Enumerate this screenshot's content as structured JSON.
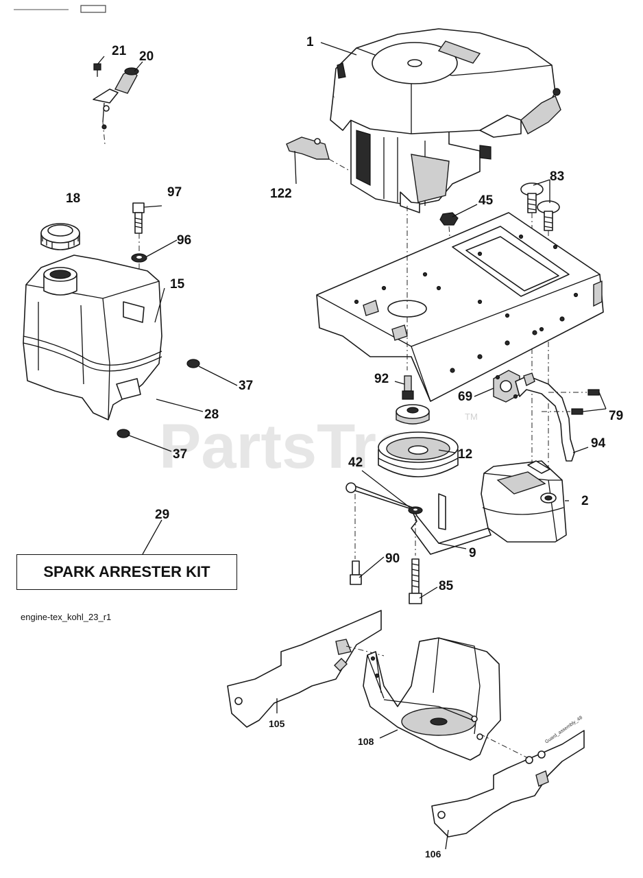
{
  "diagram": {
    "callouts": {
      "c1": "1",
      "c2": "2",
      "c9": "9",
      "c12": "12",
      "c15": "15",
      "c18": "18",
      "c20": "20",
      "c21": "21",
      "c28": "28",
      "c29": "29",
      "c37a": "37",
      "c37b": "37",
      "c42": "42",
      "c45": "45",
      "c69": "69",
      "c79": "79",
      "c83": "83",
      "c85": "85",
      "c90": "90",
      "c92": "92",
      "c94": "94",
      "c96": "96",
      "c97": "97",
      "c105": "105",
      "c106": "106",
      "c108": "108",
      "c122": "122"
    },
    "spark_arrester_label": "SPARK ARRESTER KIT",
    "reference_code": "engine-tex_kohl_23_r1",
    "shield_stamp": "Guard_assembly_48",
    "watermark": "PartsTree",
    "watermark_tm": "TM"
  }
}
